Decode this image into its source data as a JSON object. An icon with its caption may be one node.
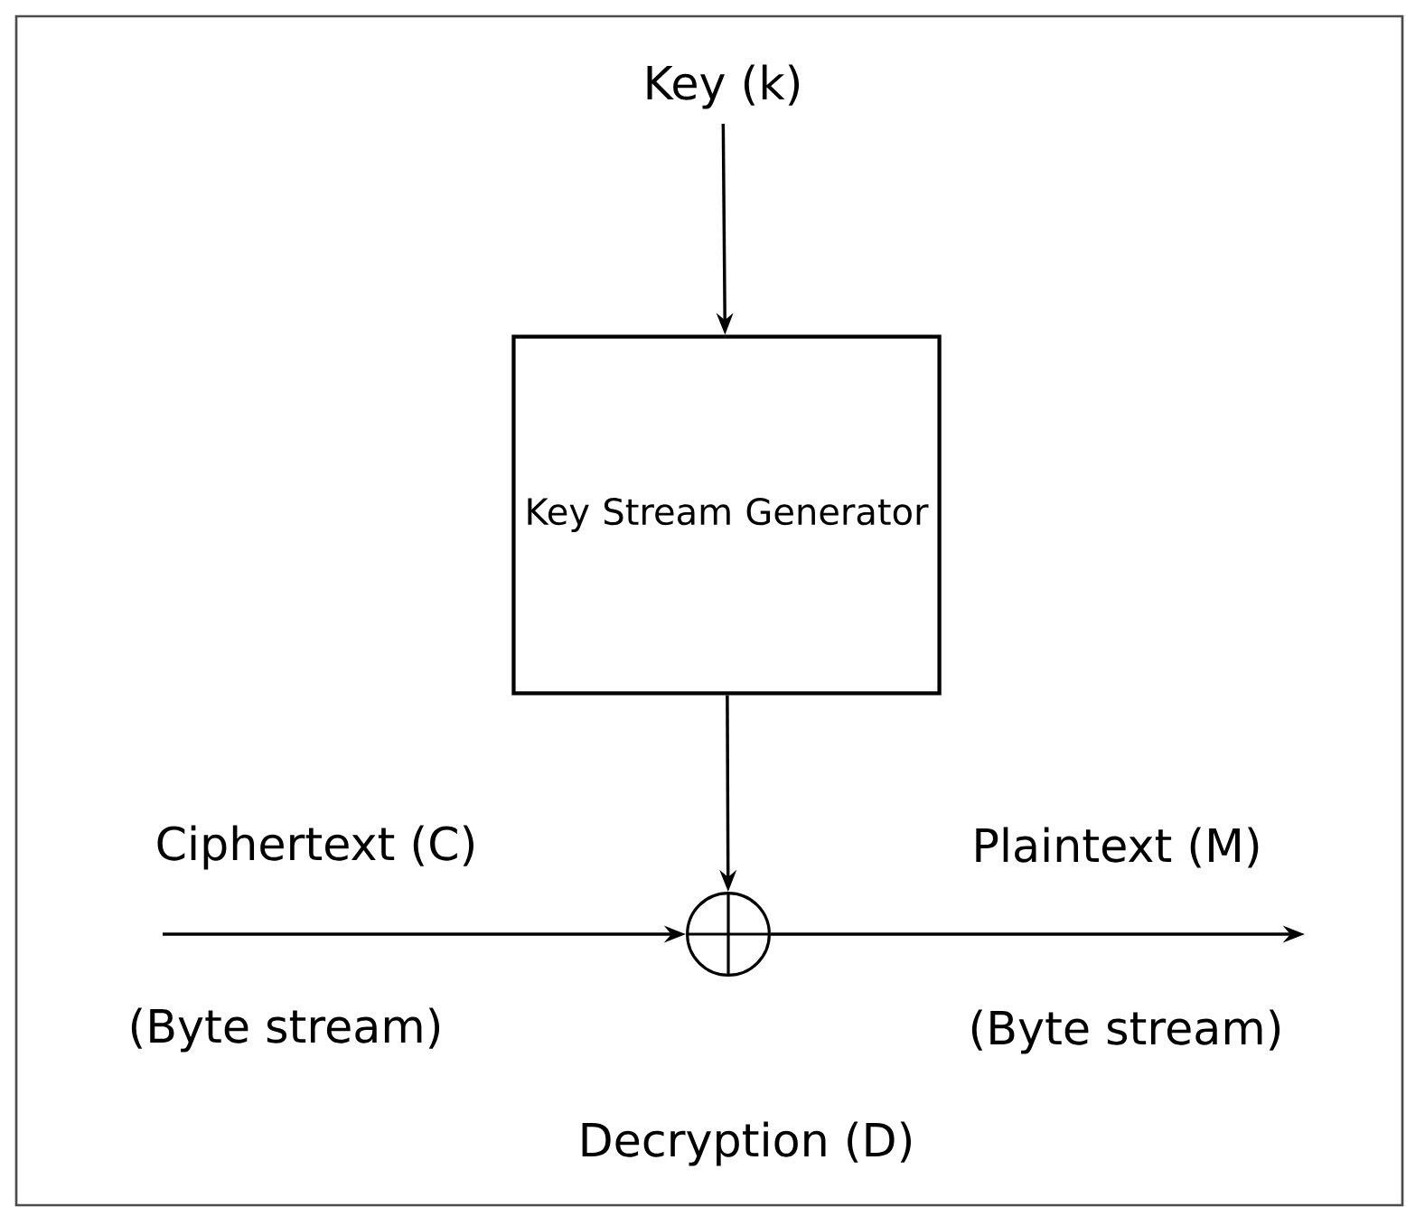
{
  "diagram": {
    "caption": "Decryption (D)",
    "nodes": [
      {
        "text": [
          "Key (k)"
        ]
      },
      {
        "text": [
          "Key Stream Generator"
        ]
      },
      {
        "text": [],
        "shape": "circle"
      }
    ],
    "edges": [
      {
        "from": 0,
        "to": 1,
        "arrow": "to"
      },
      {
        "from": 1,
        "to": 2,
        "arrow": "to"
      },
      {
        "from": null,
        "to": 2,
        "arrow": "to"
      },
      {
        "from": 2,
        "to": null,
        "arrow": "to"
      }
    ],
    "labels": [
      "Ciphertext (C)",
      "(Byte stream)",
      "Plaintext (M)",
      "(Byte stream)"
    ]
  }
}
